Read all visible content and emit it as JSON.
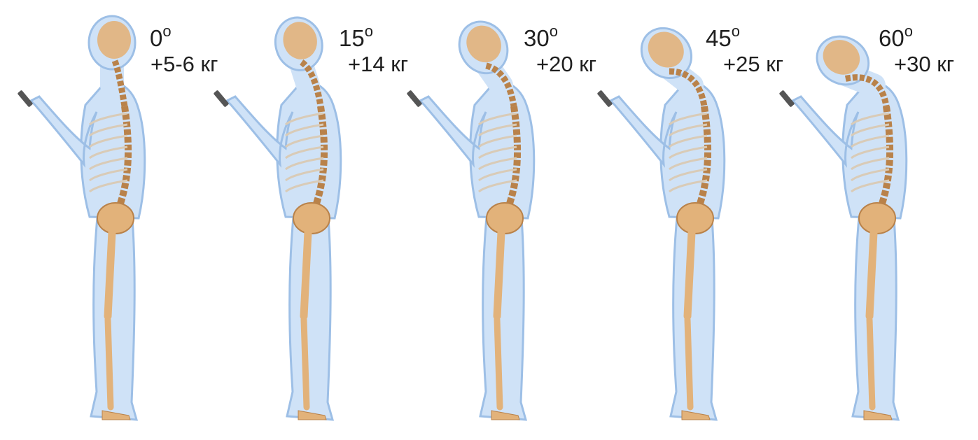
{
  "figures": [
    {
      "angle": "0",
      "degree_sign": "o",
      "load": "+5-6 кг",
      "tilt": 0
    },
    {
      "angle": "15",
      "degree_sign": "o",
      "load": "+14 кг",
      "tilt": 15
    },
    {
      "angle": "30",
      "degree_sign": "o",
      "load": "+20 кг",
      "tilt": 30
    },
    {
      "angle": "45",
      "degree_sign": "o",
      "load": "+25 кг",
      "tilt": 45
    },
    {
      "angle": "60",
      "degree_sign": "o",
      "load": "+30 кг",
      "tilt": 60
    }
  ],
  "colors": {
    "body_fill": "#cfe2f7",
    "body_stroke": "#9dbfe6",
    "bone": "#e2b27a",
    "bone_dark": "#b9824a",
    "text": "#1f1f1f"
  }
}
